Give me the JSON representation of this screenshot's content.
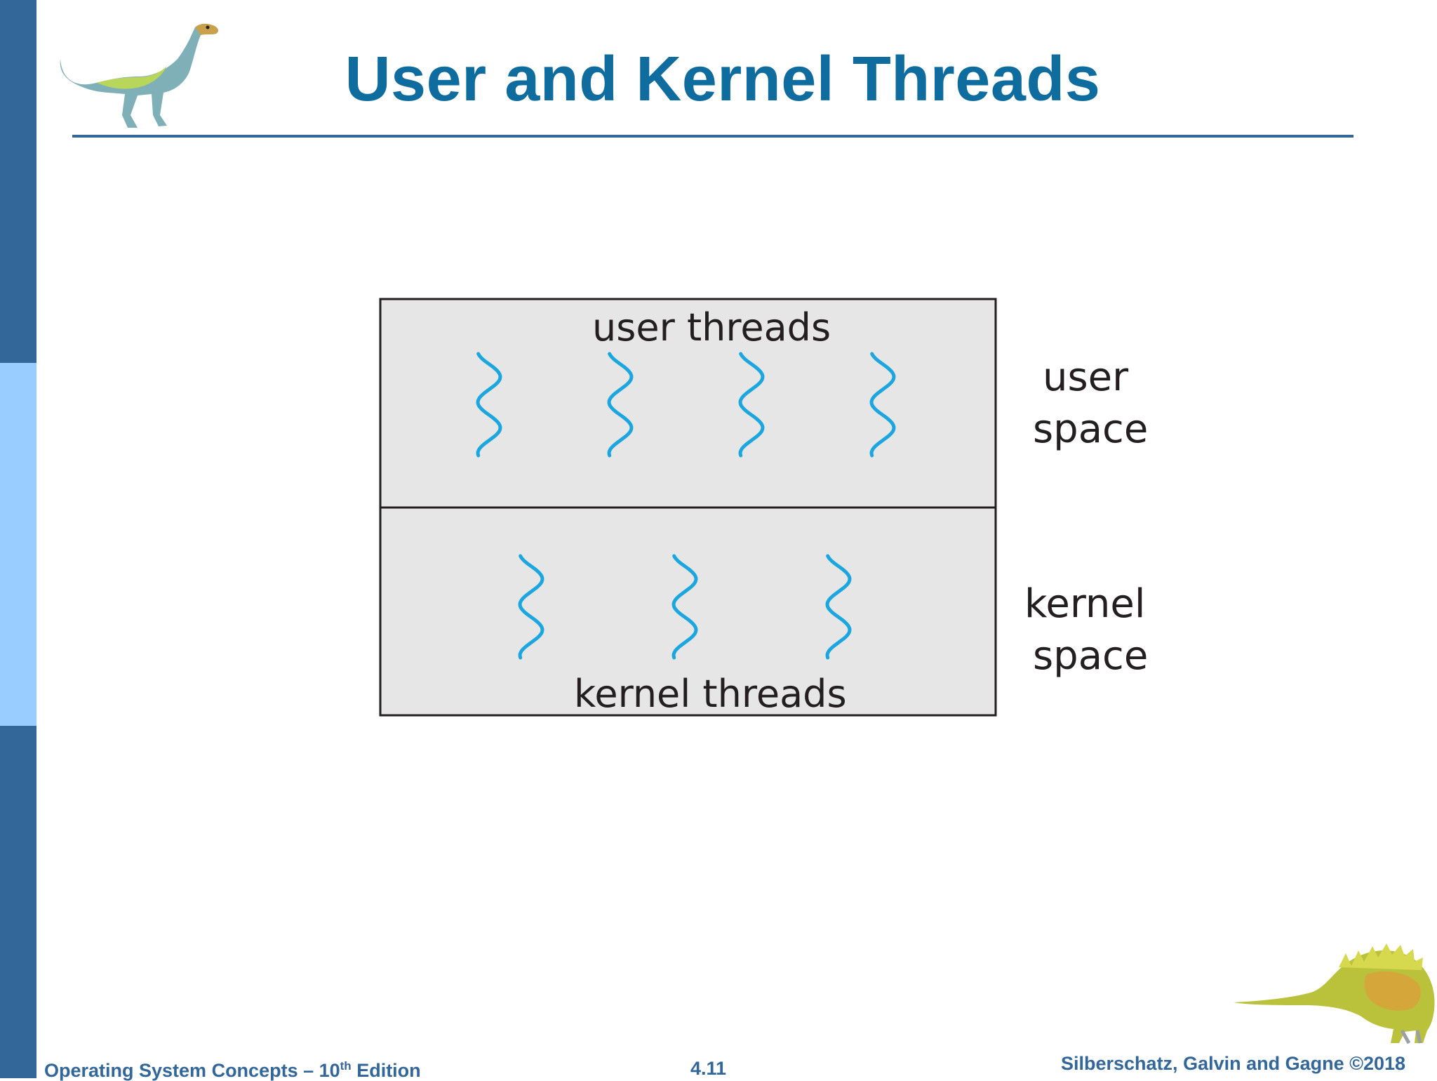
{
  "slide": {
    "title": "User and Kernel Threads"
  },
  "diagram": {
    "user_threads_label": "user threads",
    "kernel_threads_label": "kernel threads",
    "user_space_label_line1": "user",
    "user_space_label_line2": "space",
    "kernel_space_label_line1": "kernel",
    "kernel_space_label_line2": "space",
    "user_thread_count": 4,
    "kernel_thread_count": 3,
    "thread_icon": "wavy-thread-icon",
    "colors": {
      "thread": "#1ba6e0",
      "box_fill": "#e6e6e6",
      "box_border": "#231f20"
    }
  },
  "footer": {
    "course": "Operating System Concepts – 10",
    "course_sup": "th",
    "course_suffix": " Edition",
    "page_number": "4.11",
    "copyright": "Silberschatz, Galvin and Gagne ©2018"
  },
  "colors": {
    "title": "#0f6c9e",
    "sidebar_dark": "#336699",
    "sidebar_light": "#99ccff",
    "footer_text": "#336699"
  },
  "icons": {
    "top_logo": "dinosaur-icon",
    "bottom_logo": "stegosaurus-icon"
  }
}
